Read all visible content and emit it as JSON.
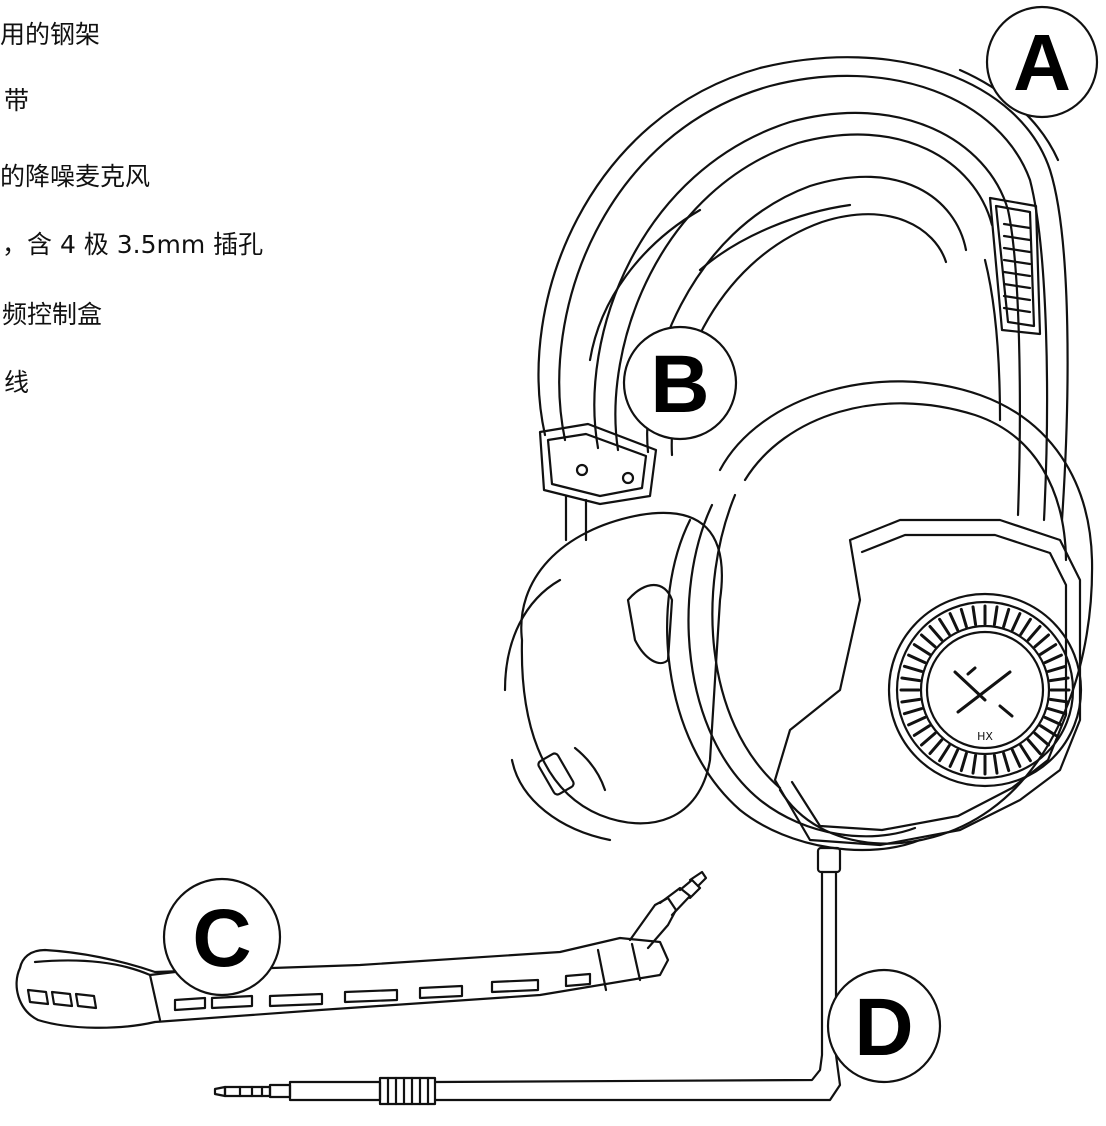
{
  "feature_list": [
    {
      "text": "用的钢架"
    },
    {
      "text": "带"
    },
    {
      "text": "的降噪麦克风"
    },
    {
      "text": "，含 4 极 3.5mm 插孔"
    },
    {
      "text": "频控制盒"
    },
    {
      "text": "线"
    }
  ],
  "callouts": {
    "a": "A",
    "b": "B",
    "c": "C",
    "d": "D"
  },
  "logo": "HX"
}
